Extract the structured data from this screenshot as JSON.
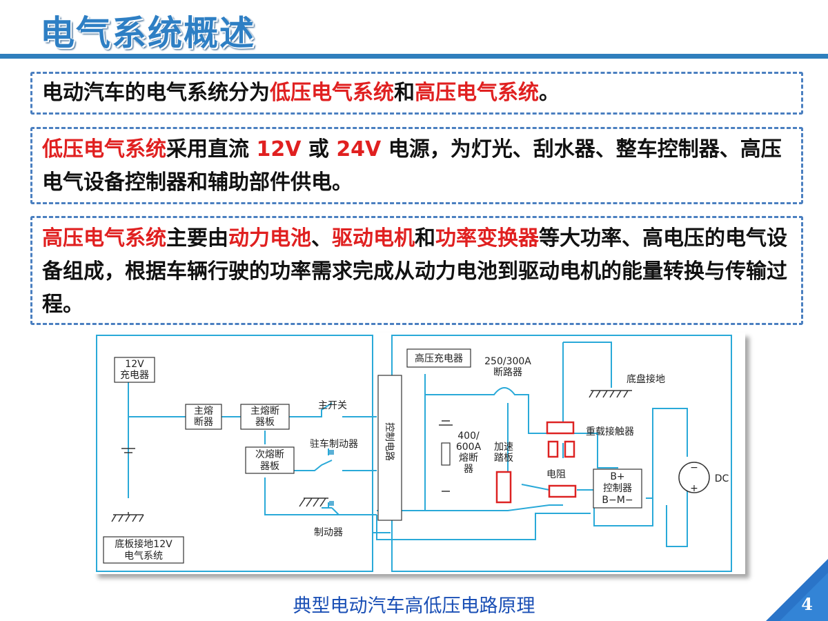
{
  "title": "电气系统概述",
  "para1": {
    "t1": "电动汽车的电气系统分为",
    "r1": "低压电气系统",
    "t2": "和",
    "r2": "高压电气系统",
    "t3": "。"
  },
  "para2": {
    "r1": "低压电气系统",
    "t1": "采用直流 ",
    "r2": "12V",
    "t2": " 或 ",
    "r3": "24V",
    "t3": " 电源，为灯光、刮水器、整车控制器、高压电气设备控制器和辅助部件供电。"
  },
  "para3": {
    "r1": "高压电气系统",
    "t1": "主要由",
    "r2": "动力电池",
    "t2": "、",
    "r3": "驱动电机",
    "t3": "和",
    "r4": "功率变换器",
    "t4": "等大功率、高电压的电气设备组成，根据车辆行驶的功率需求完成从动力电池到驱动电机的能量转换与传输过程。"
  },
  "diagram": {
    "charger12v": [
      "12V",
      "充电器"
    ],
    "main_fuse": [
      "主熔",
      "断器"
    ],
    "main_fuse_board": [
      "主熔断",
      "器板"
    ],
    "sub_fuse_board": [
      "次熔断",
      "器板"
    ],
    "main_switch": "主开关",
    "parking_brake": "驻车制动器",
    "brake": "制动器",
    "ground_12v": [
      "底板接地12V",
      "电气系统"
    ],
    "control_circuit": "控制电路",
    "hv_charger": "高压充电器",
    "breaker": [
      "250/300A",
      "断路器"
    ],
    "chassis_ground": "底盘接地",
    "fuse400": [
      "400/",
      "600A",
      "熔断",
      "器"
    ],
    "accel_pedal": [
      "加速",
      "踏板"
    ],
    "heavy_contactor": "重载接触器",
    "resistor": "电阻",
    "controller": [
      "B+",
      "控制器",
      "B−M−"
    ],
    "motor_dc": "DC",
    "motor_minus": "−",
    "motor_plus": "+"
  },
  "caption": "典型电动汽车高低压电路原理",
  "page_number": "4",
  "colors": {
    "title": "#2e7fc4",
    "accent_red": "#e02020",
    "wire": "#29a9d8",
    "box_border": "#4a7fc0",
    "caption": "#1a4fb5"
  }
}
